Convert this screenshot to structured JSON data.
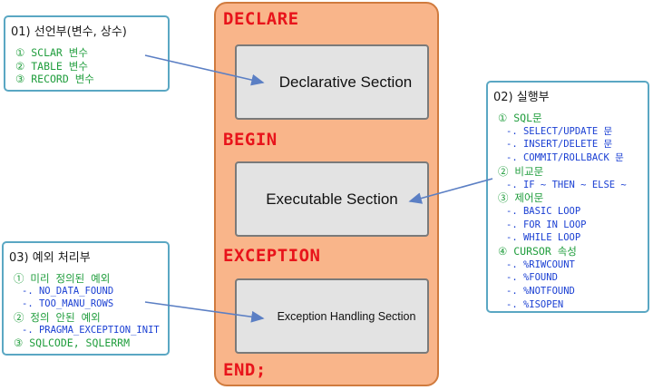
{
  "block": {
    "declare": "DECLARE",
    "begin": "BEGIN",
    "exception": "EXCEPTION",
    "end": "END;",
    "declarative_section": "Declarative Section",
    "executable_section": "Executable Section",
    "exception_section": "Exception Handling Section"
  },
  "notes": {
    "declaration": {
      "title": "01) 선언부(변수, 상수)",
      "items": [
        "① SCLAR 변수",
        "② TABLE 변수",
        "③ RECORD 변수"
      ]
    },
    "execution": {
      "title": "02) 실행부",
      "lines": [
        {
          "text": "① SQL문",
          "kind": "g",
          "indent": false
        },
        {
          "text": "-. SELECT/UPDATE 문",
          "kind": "b",
          "indent": true
        },
        {
          "text": "-. INSERT/DELETE 문",
          "kind": "b",
          "indent": true
        },
        {
          "text": "-. COMMIT/ROLLBACK 문",
          "kind": "b",
          "indent": true
        },
        {
          "text": "② 비교문",
          "kind": "g",
          "indent": false
        },
        {
          "text": "-. IF ~ THEN ~ ELSE ~",
          "kind": "b",
          "indent": true
        },
        {
          "text": "③ 제어문",
          "kind": "g",
          "indent": false
        },
        {
          "text": "-. BASIC LOOP",
          "kind": "b",
          "indent": true
        },
        {
          "text": "-. FOR IN LOOP",
          "kind": "b",
          "indent": true
        },
        {
          "text": "-. WHILE LOOP",
          "kind": "b",
          "indent": true
        },
        {
          "text": "④ CURSOR 속성",
          "kind": "g",
          "indent": false
        },
        {
          "text": "-. %RIWCOUNT",
          "kind": "b",
          "indent": true
        },
        {
          "text": "-. %FOUND",
          "kind": "b",
          "indent": true
        },
        {
          "text": "-. %NOTFOUND",
          "kind": "b",
          "indent": true
        },
        {
          "text": "-. %ISOPEN",
          "kind": "b",
          "indent": true
        }
      ]
    },
    "exception": {
      "title": "03) 예외 처리부",
      "lines": [
        {
          "text": "① 미리 정의된 예외",
          "kind": "g",
          "indent": false
        },
        {
          "text": "-. NO_DATA_FOUND",
          "kind": "b",
          "indent": true
        },
        {
          "text": "-. TOO_MANU_ROWS",
          "kind": "b",
          "indent": true
        },
        {
          "text": "② 정의 안된 예외",
          "kind": "g",
          "indent": false
        },
        {
          "text": "-. PRAGMA_EXCEPTION_INIT",
          "kind": "b",
          "indent": true
        },
        {
          "text": "③ SQLCODE, SQLERRM",
          "kind": "g",
          "indent": false
        }
      ]
    }
  },
  "colors": {
    "keyword": "#e8141b",
    "block_fill": "#f9b58a",
    "note_border": "#5aa7c3",
    "item_green": "#1f9d3c",
    "item_blue": "#1a3fd3",
    "arrow": "#5b7fc4"
  }
}
